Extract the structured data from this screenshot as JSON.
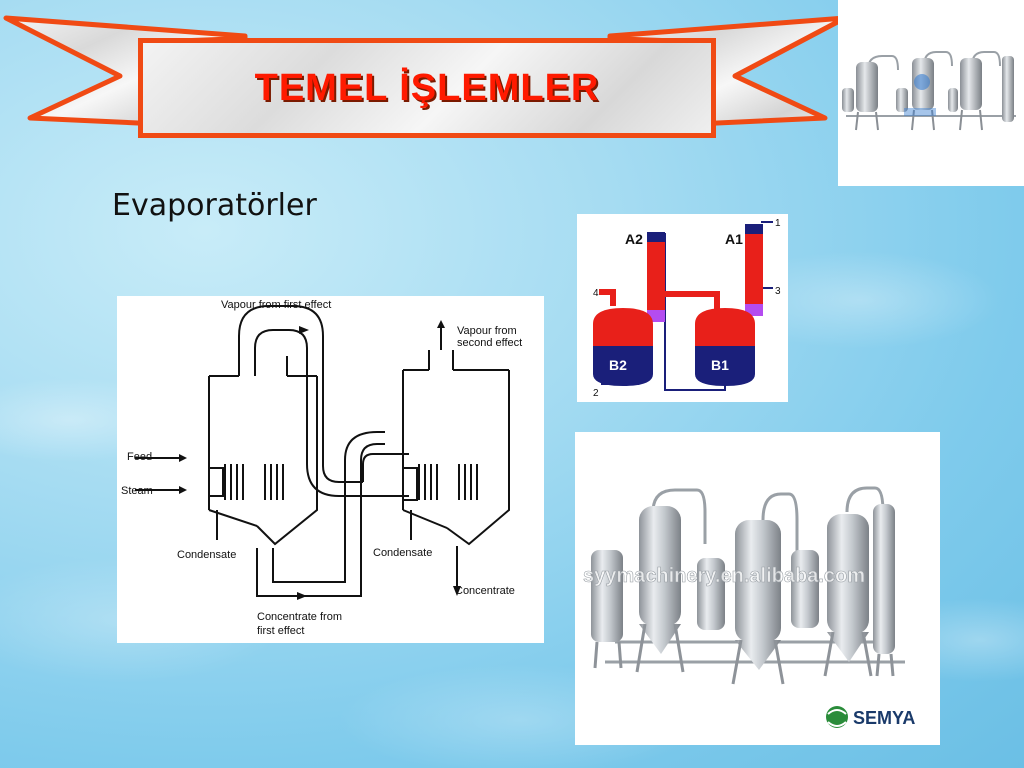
{
  "slide": {
    "title": "TEMEL İŞLEMLER",
    "subtitle": "Evaporatörler"
  },
  "colors": {
    "title_red": "#ff1a00",
    "ribbon_red": "#f04a14",
    "vessel_red": "#e8201a",
    "vessel_navy": "#1a1f7a",
    "tube_purple": "#b44cf0"
  },
  "evaporator_diagram": {
    "vapour_first": "Vapour from first effect",
    "vapour_second_1": "Vapour from",
    "vapour_second_2": "second effect",
    "feed": "Feed",
    "steam": "Steam",
    "condensate_left": "Condensate",
    "condensate_right": "Condensate",
    "concentrate": "Concentrate",
    "concentrate_first_1": "Concentrate from",
    "concentrate_first_2": "first effect"
  },
  "ab_diagram": {
    "a2": "A2",
    "a1": "A1",
    "b2": "B2",
    "b1": "B1",
    "n1": "1",
    "n2": "2",
    "n3": "3",
    "n4": "4"
  },
  "photo": {
    "watermark": "syymachinery.en.alibaba.com",
    "brand": "SEMYA"
  }
}
